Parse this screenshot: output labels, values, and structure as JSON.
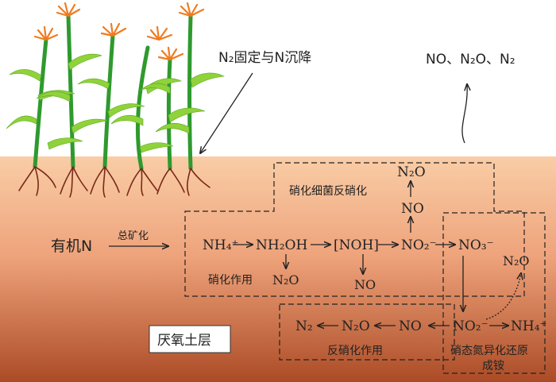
{
  "labels": {
    "fixation": "N₂固定与N沉降",
    "atmosphere_gases": "NO、N₂O、N₂",
    "organic_n": "有机N",
    "mineralization": "总矿化",
    "nitrifier_denitrification": "硝化细菌反硝化",
    "nitrification": "硝化作用",
    "anaerobic_layer": "厌氧土层",
    "denitrification": "反硝化作用",
    "dnra_line1": "硝态氮异化还原",
    "dnra_line2": "成铵"
  },
  "species": {
    "nh4": "NH₄⁺",
    "nh2oh": "NH₂OH",
    "noh": "[NOH]",
    "no2": "NO₂⁻",
    "no3": "NO₃⁻",
    "n2o": "N₂O",
    "no": "NO",
    "n2": "N₂"
  },
  "colors": {
    "soil_top": "#f8c9a0",
    "soil_bottom": "#b0502a",
    "stem": "#2e9a2e",
    "leaf": "#8fd23a",
    "flower": "#f07b1e",
    "root": "#7a2a1a"
  }
}
